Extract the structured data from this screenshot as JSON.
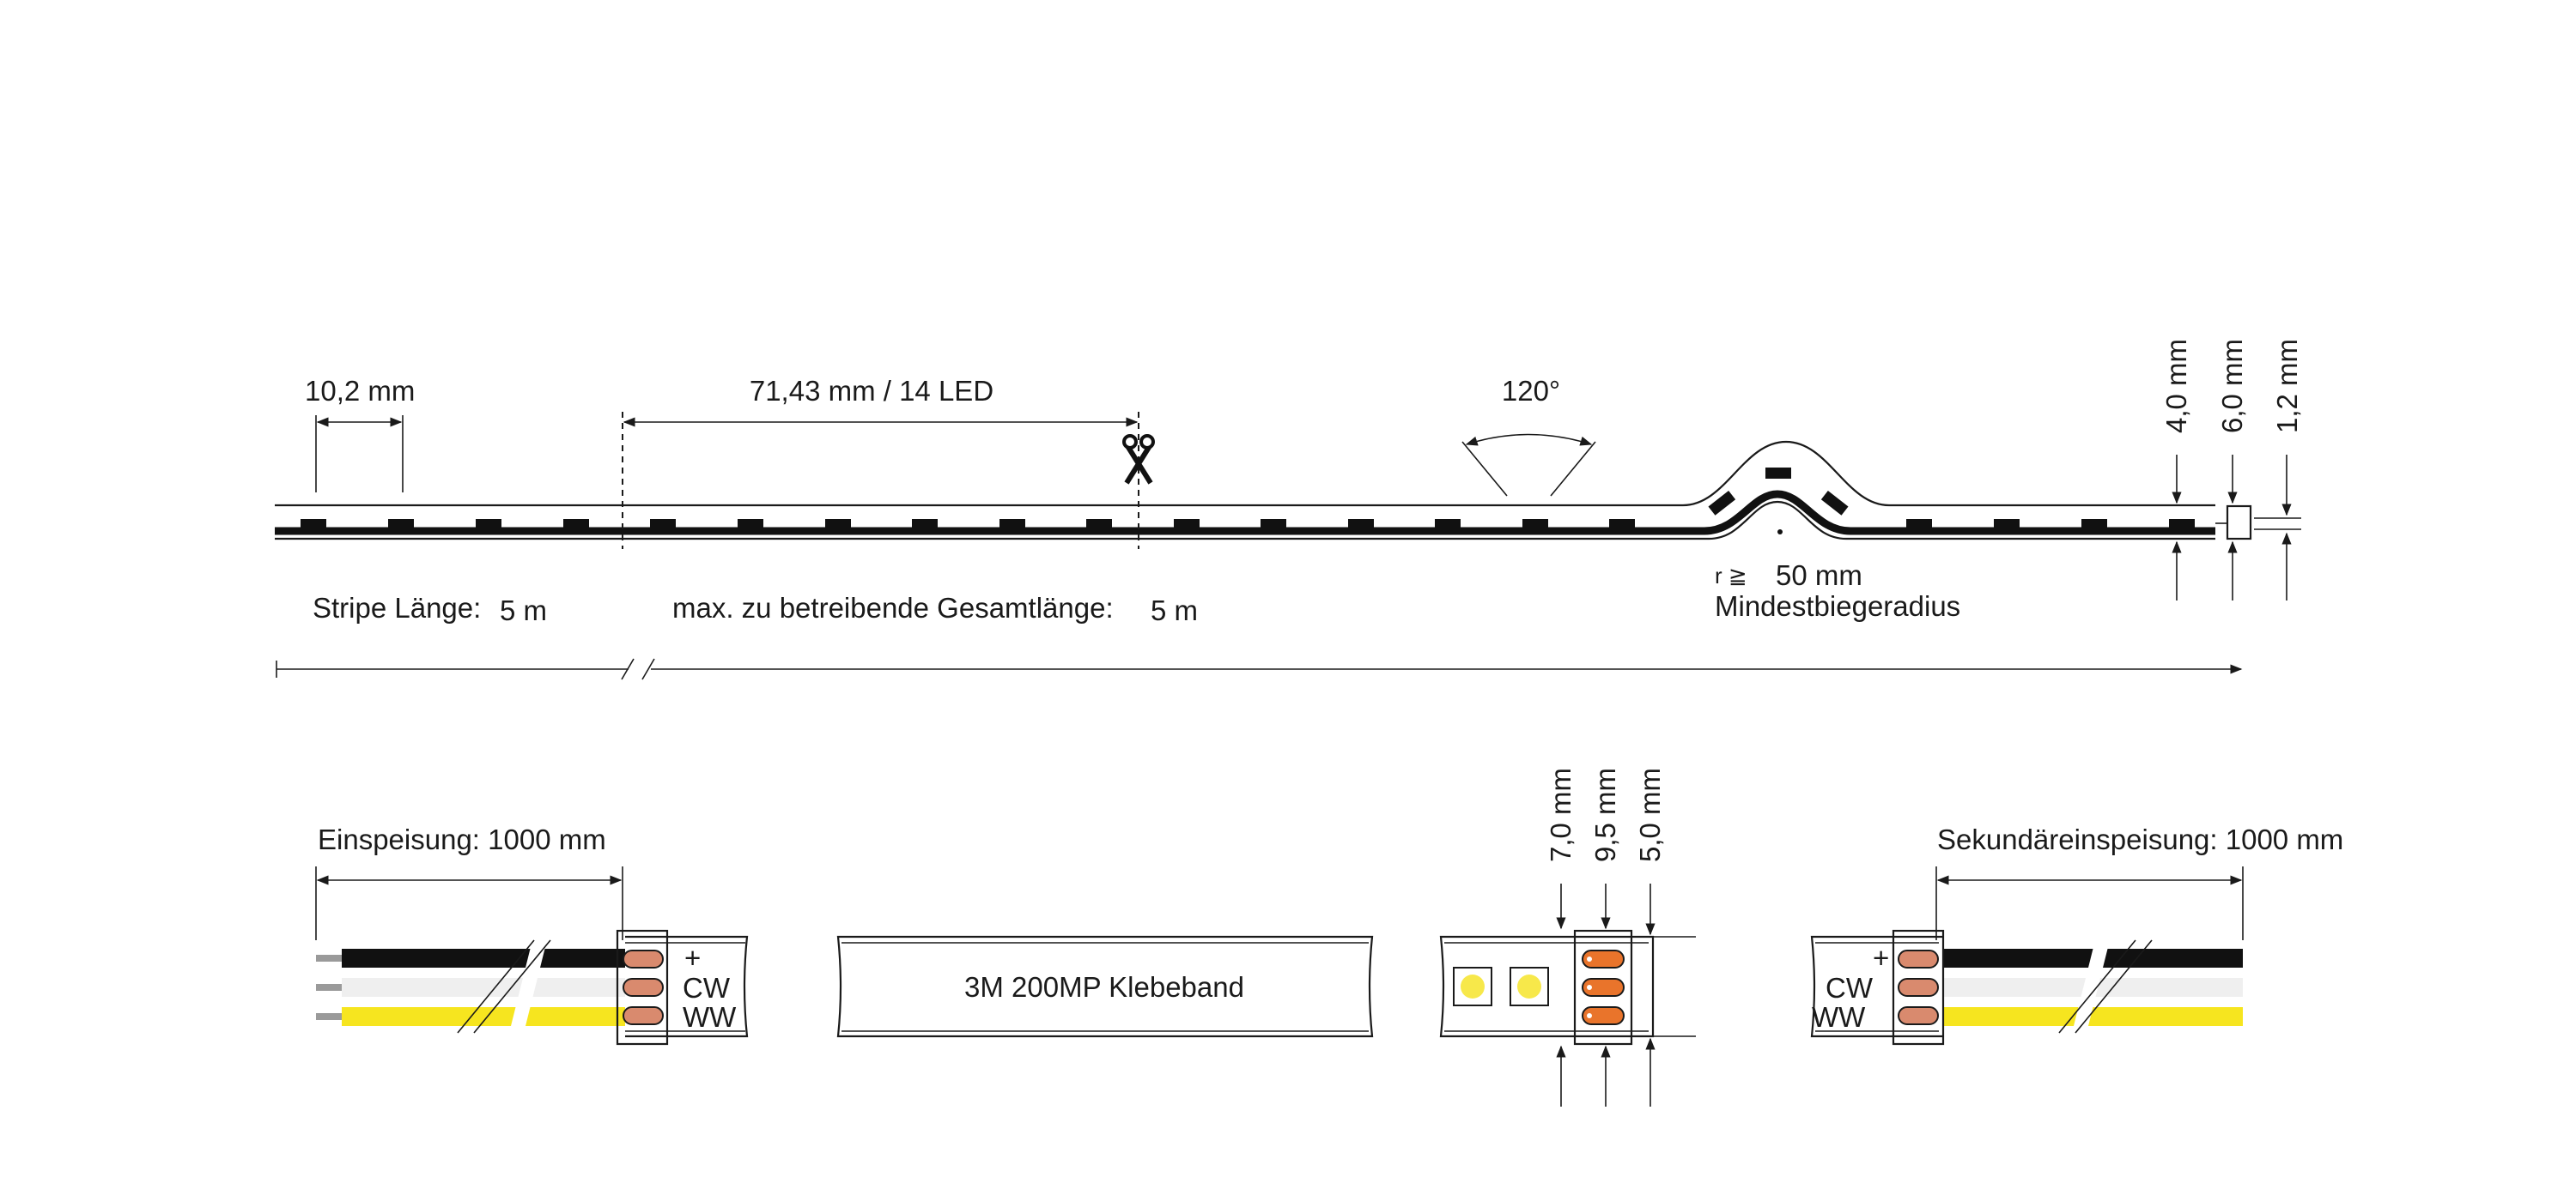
{
  "strip_profile": {
    "pitch_label": "10,2 mm",
    "segment_label": "71,43 mm / 14 LED",
    "angle_label": "120°",
    "radius_symbol": "r ≧",
    "radius_value": "50 mm",
    "radius_caption": "Mindestbiegeradius",
    "dim_height_1": "4,0 mm",
    "dim_height_2": "6,0 mm",
    "dim_height_3": "1,2 mm",
    "stripe_length_label": "Stripe Länge:",
    "stripe_length_value": "5 m",
    "max_length_label": "max. zu betreibende Gesamtlänge:",
    "max_length_value": "5 m"
  },
  "feed_in": {
    "label": "Einspeisung: 1000 mm",
    "pin_plus": "+",
    "pin_cw": "CW",
    "pin_ww": "WW"
  },
  "adhesive": {
    "label": "3M 200MP Klebeband"
  },
  "connector_end": {
    "dim_1": "7,0 mm",
    "dim_2": "9,5 mm",
    "dim_3": "5,0 mm"
  },
  "secondary_feed": {
    "label": "Sekundäreinspeisung: 1000 mm",
    "pin_plus": "+",
    "pin_cw": "CW",
    "pin_ww": "WW"
  },
  "colors": {
    "line": "#1a1a1a",
    "wire_black": "#111111",
    "wire_white": "#efefef",
    "wire_yellow": "#f6e51f",
    "pin_orange": "#e9742b",
    "pin_tan": "#d98a6e",
    "led_yellow": "#f7e84a"
  }
}
